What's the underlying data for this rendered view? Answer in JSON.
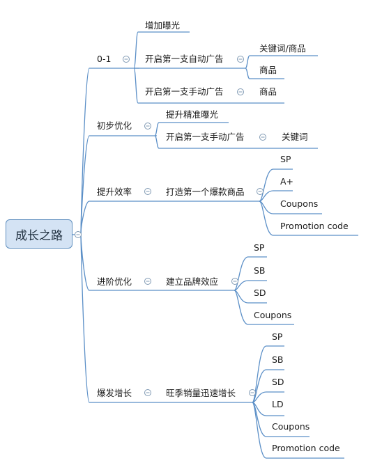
{
  "root": "成长之路",
  "stage1": {
    "label": "0-1",
    "items": [
      {
        "label": "增加曝光"
      },
      {
        "label": "开启第一支自动广告",
        "children": [
          "关键词/商品",
          "商品"
        ]
      },
      {
        "label": "开启第一支手动广告",
        "children": [
          "商品"
        ]
      }
    ]
  },
  "stage2": {
    "label": "初步优化",
    "items": [
      {
        "label": "提升精准曝光"
      },
      {
        "label": "开启第一支手动广告",
        "children": [
          "关键词"
        ]
      }
    ]
  },
  "stage3": {
    "label": "提升效率",
    "items": [
      {
        "label": "打造第一个爆款商品",
        "children": [
          "SP",
          "A+",
          "Coupons",
          "Promotion code"
        ]
      }
    ]
  },
  "stage4": {
    "label": "进阶优化",
    "items": [
      {
        "label": "建立品牌效应",
        "children": [
          "SP",
          "SB",
          "SD",
          "Coupons"
        ]
      }
    ]
  },
  "stage5": {
    "label": "爆发增长",
    "items": [
      {
        "label": "旺季销量迅速增长",
        "children": [
          "SP",
          "SB",
          "SD",
          "LD",
          "Coupons",
          "Promotion code"
        ]
      }
    ]
  },
  "colors": {
    "line": "#5b8fc7",
    "root_fill": "#d4e3f4",
    "root_border": "#5f8fbf"
  }
}
